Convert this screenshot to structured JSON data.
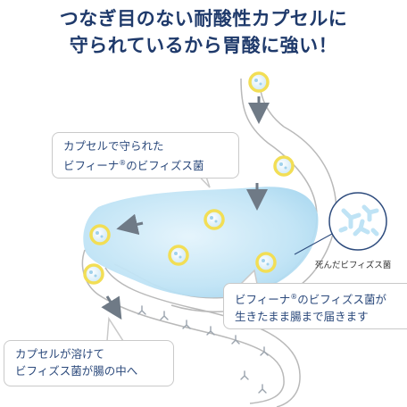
{
  "headline": {
    "line1": "つなぎ目のない耐酸性カプセルに",
    "line2": "守られているから胃酸に強い！"
  },
  "callouts": {
    "protected_line1": "カプセルで守られた",
    "protected_line2_pre": "ビフィーナ",
    "protected_line2_mark": "®",
    "protected_line2_post": "のビフィズス菌",
    "alive_line1_pre": "ビフィーナ",
    "alive_line1_mark": "®",
    "alive_line1_post": "のビフィズス菌が",
    "alive_line2": "生きたまま腸まで届きます",
    "dissolve_line1": "カプセルが溶けて",
    "dissolve_line2": "ビフィズス菌が腸の中へ"
  },
  "dead_bacteria_label": "死んだビフィズス菌",
  "colors": {
    "headline": "#1f3a6b",
    "callout_text": "#2c4a7c",
    "acid": "#bfe3f5",
    "capsule_ring": "#f2de55",
    "arrow": "#6f7a86",
    "outline": "#b9b9b9"
  }
}
